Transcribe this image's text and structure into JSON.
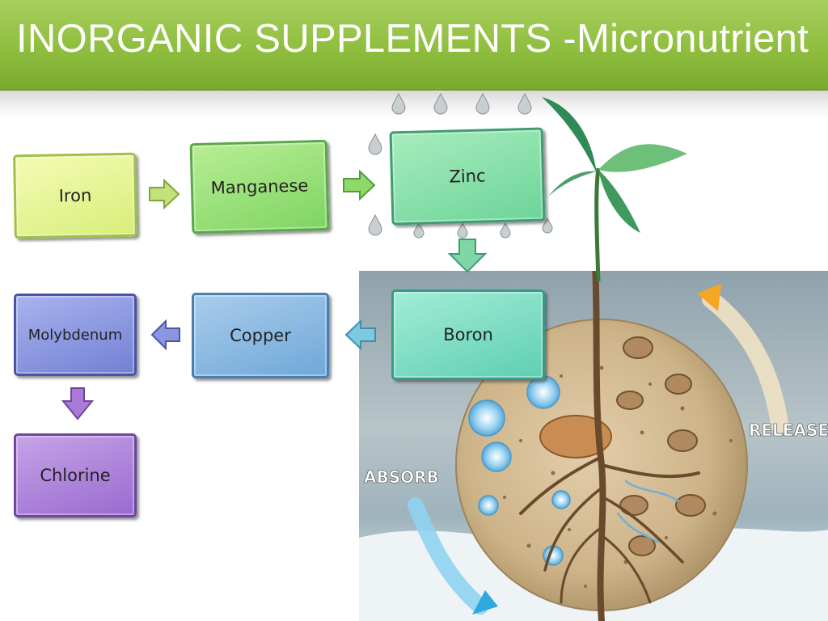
{
  "slide": {
    "title": "INORGANIC  SUPPLEMENTS -Micronutrient"
  },
  "flow": {
    "nodes": [
      {
        "id": "iron",
        "label": "Iron"
      },
      {
        "id": "manganese",
        "label": "Manganese"
      },
      {
        "id": "zinc",
        "label": "Zinc"
      },
      {
        "id": "boron",
        "label": "Boron"
      },
      {
        "id": "copper",
        "label": "Copper"
      },
      {
        "id": "molybdenum",
        "label": "Molybdenum"
      },
      {
        "id": "chlorine",
        "label": "Chlorine"
      }
    ],
    "edges": [
      {
        "from": "iron",
        "to": "manganese"
      },
      {
        "from": "manganese",
        "to": "zinc"
      },
      {
        "from": "zinc",
        "to": "boron"
      },
      {
        "from": "boron",
        "to": "copper"
      },
      {
        "from": "copper",
        "to": "molybdenum"
      },
      {
        "from": "molybdenum",
        "to": "chlorine"
      }
    ]
  },
  "illustration": {
    "absorb_label": "ABSORB",
    "release_label": "RELEASE"
  },
  "colors": {
    "title_bar": "#8fbe3f",
    "iron": "#e4f49a",
    "manganese": "#8fdc6e",
    "zinc": "#7ed9a6",
    "boron": "#70d6bd",
    "copper": "#80b3df",
    "molybdenum": "#8390dc",
    "chlorine": "#a97ad6"
  }
}
